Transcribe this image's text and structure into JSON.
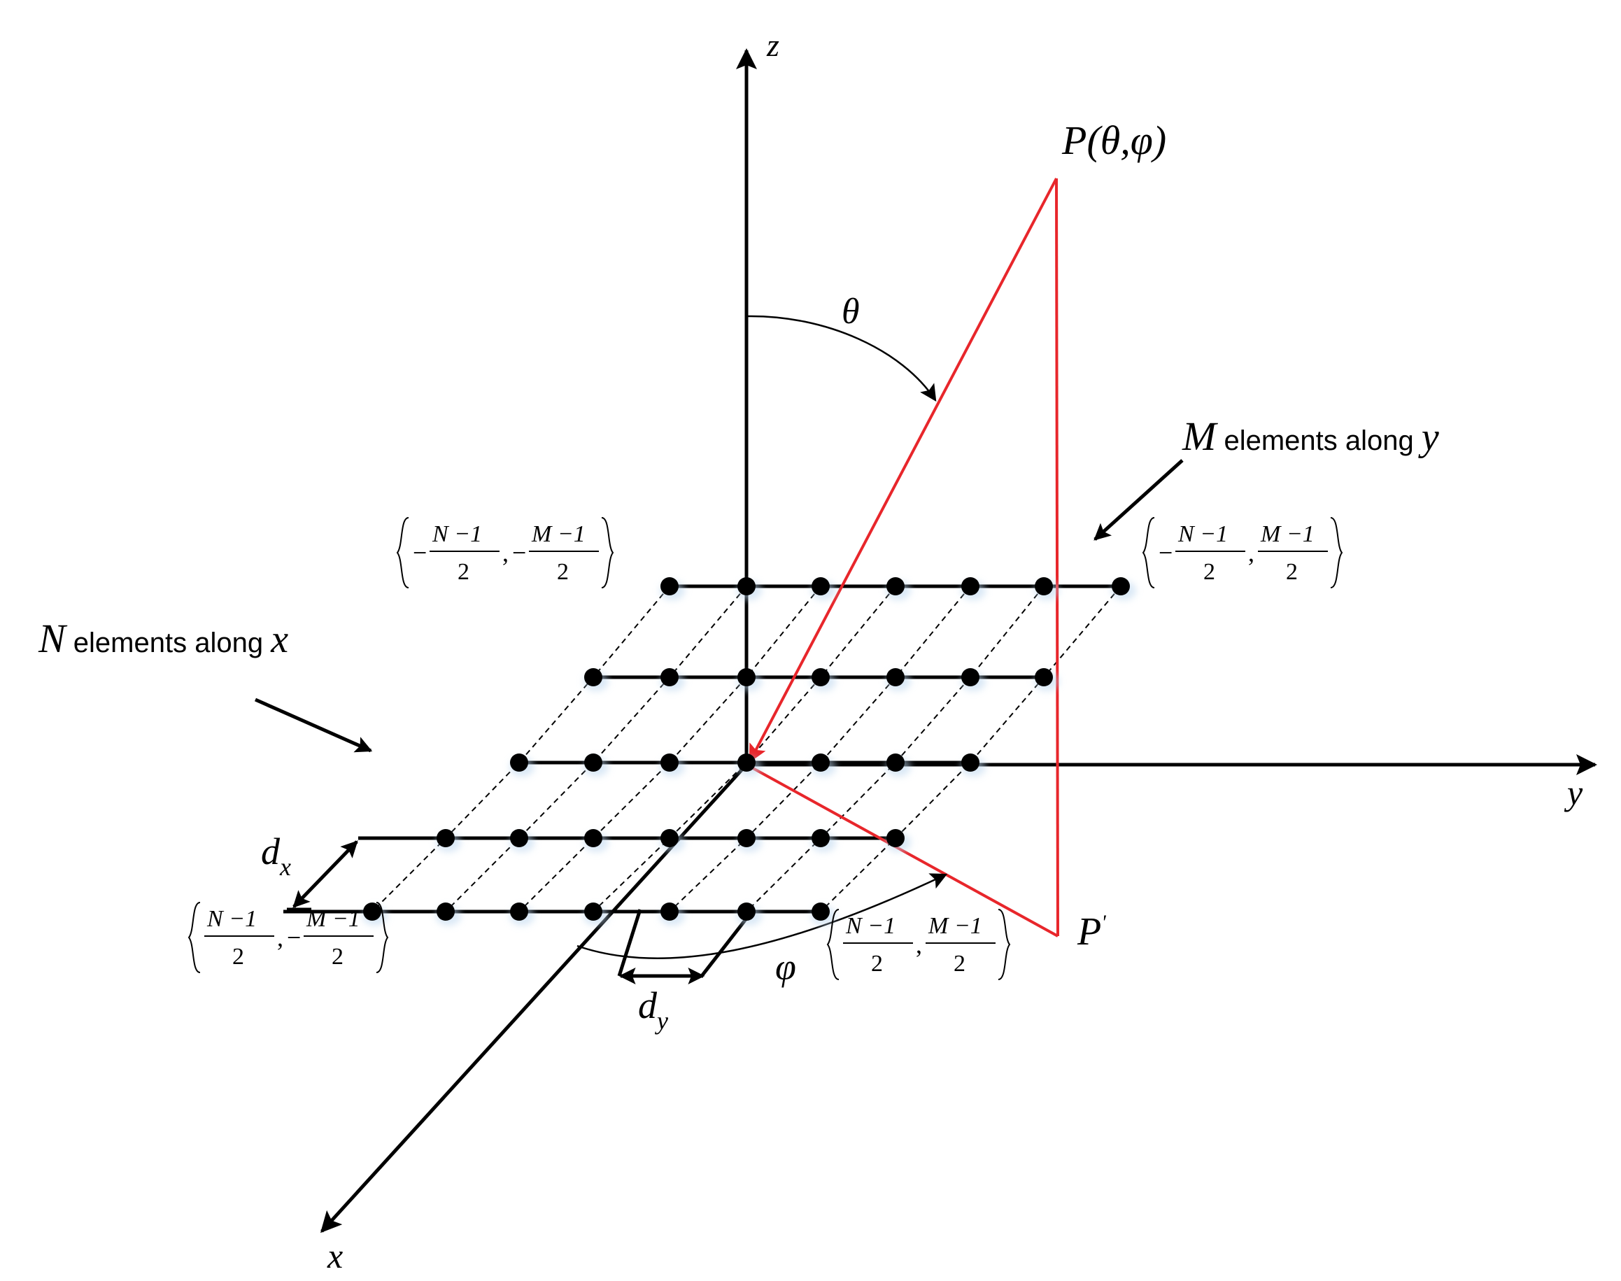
{
  "axes": {
    "z_label": "z",
    "y_label": "y",
    "x_label": "x"
  },
  "point_label": {
    "p": "P",
    "args": "(θ,φ)",
    "projection": "P",
    "projection_prime": "'"
  },
  "angles": {
    "theta": "θ",
    "phi": "φ"
  },
  "spacing": {
    "dx_main": "d",
    "dx_sub": "x",
    "dy_main": "d",
    "dy_sub": "y"
  },
  "annotations": {
    "m_symbol": "M",
    "m_text": " elements along ",
    "m_axis": "y",
    "n_symbol": "N",
    "n_text": " elements along ",
    "n_axis": "x"
  },
  "corners": {
    "top_left": {
      "sign1": "−",
      "num1": "N −1",
      "den1": "2",
      "sign2": "−",
      "num2": "M −1",
      "den2": "2"
    },
    "top_right": {
      "sign1": "−",
      "num1": "N −1",
      "den1": "2",
      "sign2": "",
      "num2": "M −1",
      "den2": "2"
    },
    "bottom_left": {
      "sign1": "",
      "num1": "N −1",
      "den1": "2",
      "sign2": "−",
      "num2": "M −1",
      "den2": "2"
    },
    "bottom_right": {
      "sign1": "",
      "num1": "N −1",
      "den1": "2",
      "sign2": "",
      "num2": "M −1",
      "den2": "2"
    }
  },
  "colors": {
    "axis": "#000000",
    "ray": "#e8262b",
    "element": "#000000"
  }
}
